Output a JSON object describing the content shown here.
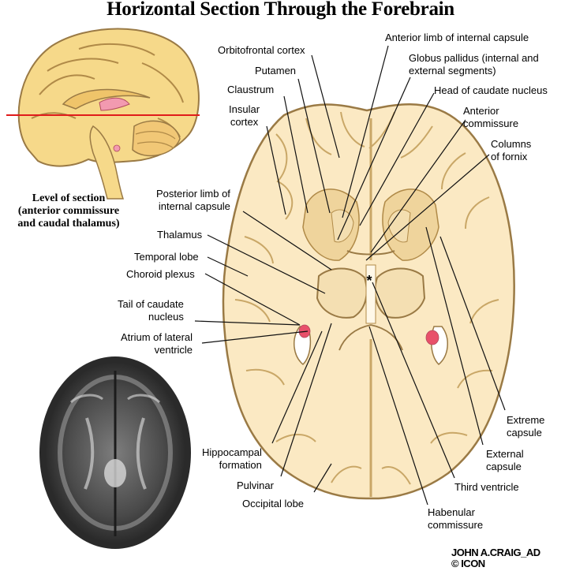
{
  "title": "Horizontal Section Through the Forebrain",
  "level_caption": [
    "Level of section",
    "(anterior commissure",
    "and caudal thalamus)"
  ],
  "labels": {
    "orbitofrontal": [
      "Orbitofrontal cortex"
    ],
    "putamen": [
      "Putamen"
    ],
    "claustrum": [
      "Claustrum"
    ],
    "insular": [
      "Insular",
      "cortex"
    ],
    "post_limb": [
      "Posterior limb of",
      "internal capsule"
    ],
    "thalamus": [
      "Thalamus"
    ],
    "temporal": [
      "Temporal lobe"
    ],
    "choroid": [
      "Choroid plexus"
    ],
    "tail_caudate": [
      "Tail of caudate",
      "nucleus"
    ],
    "atrium": [
      "Atrium of lateral",
      "ventricle"
    ],
    "hippocampal": [
      "Hippocampal",
      "formation"
    ],
    "pulvinar": [
      "Pulvinar"
    ],
    "occipital": [
      "Occipital lobe"
    ],
    "ant_limb": [
      "Anterior limb of internal capsule"
    ],
    "globus": [
      "Globus pallidus (internal and",
      "external segments)"
    ],
    "head_caudate": [
      "Head of caudate nucleus"
    ],
    "ant_comm": [
      "Anterior",
      "commissure"
    ],
    "columns_fornix": [
      "Columns",
      "of fornix"
    ],
    "extreme": [
      "Extreme",
      "capsule"
    ],
    "external": [
      "External",
      "capsule"
    ],
    "third_ventricle": [
      "Third ventricle"
    ],
    "habenular": [
      "Habenular",
      "commissure"
    ]
  },
  "asterisk": "*",
  "signature": [
    "JOHN A.CRAIG_AD",
    "© ICON"
  ],
  "colors": {
    "tissue": "#fbe9c3",
    "tissue_dark": "#efd49c",
    "outline": "#9a7a45",
    "section_line": "#e01b1b",
    "choroid": "#e8506a"
  }
}
